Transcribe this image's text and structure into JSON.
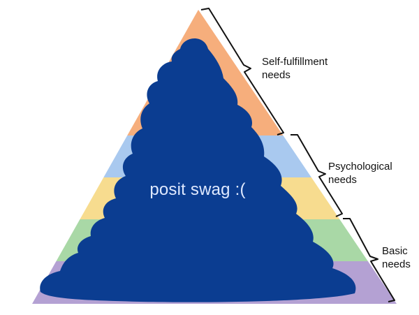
{
  "pyramid": {
    "band_colors": [
      "#f6ae7c",
      "#a9c9ef",
      "#f7dc8f",
      "#a9d8a6",
      "#b4a1d3"
    ]
  },
  "scribble": {
    "color": "#0b3d91"
  },
  "overlay": {
    "text": "posit swag :(",
    "color": "#dfe9ff"
  },
  "braces": [
    {
      "label": "Self-fulfillment\nneeds"
    },
    {
      "label": "Psychological\nneeds"
    },
    {
      "label": "Basic\nneeds"
    }
  ]
}
